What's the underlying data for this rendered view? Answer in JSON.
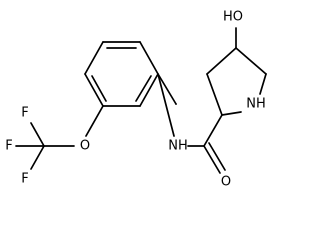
{
  "molecule": {
    "atoms": {
      "hydroxyl": "HO",
      "ring_nh": "NH",
      "amide_nh": "NH",
      "carbonyl_o": "O",
      "ether_o": "O",
      "fluorine_1": "F",
      "fluorine_2": "F",
      "fluorine_3": "F"
    }
  }
}
